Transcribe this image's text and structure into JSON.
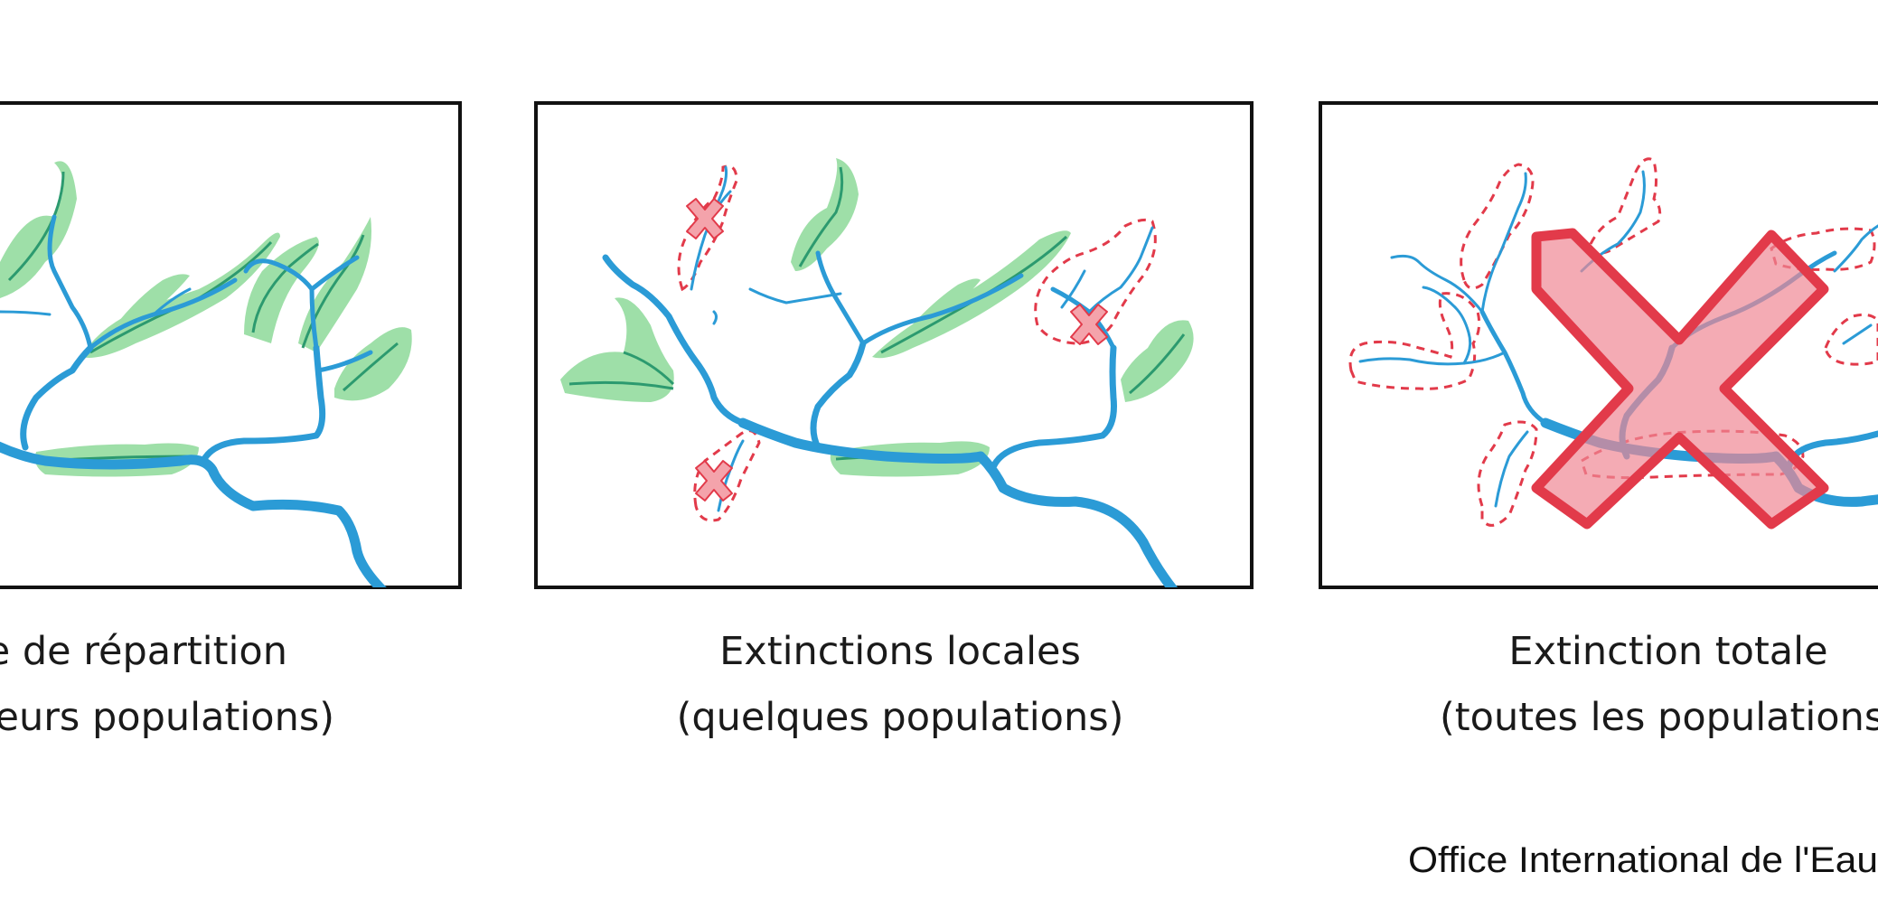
{
  "panels": [
    {
      "caption_line1": "e de répartition",
      "caption_line2": "eurs populations)"
    },
    {
      "caption_line1": "Extinctions locales",
      "caption_line2": "(quelques populations)"
    },
    {
      "caption_line1": "Extinction totale",
      "caption_line2": "(toutes les populations"
    }
  ],
  "credit": "Office International de l'Eau",
  "colors": {
    "river": "#2b9bd6",
    "habitat": "#9edfa8",
    "habitat_dark": "#2c9a6f",
    "extinct_fill": "#f4a3ab",
    "extinct_stroke": "#e23a4a",
    "frame": "#111111"
  }
}
